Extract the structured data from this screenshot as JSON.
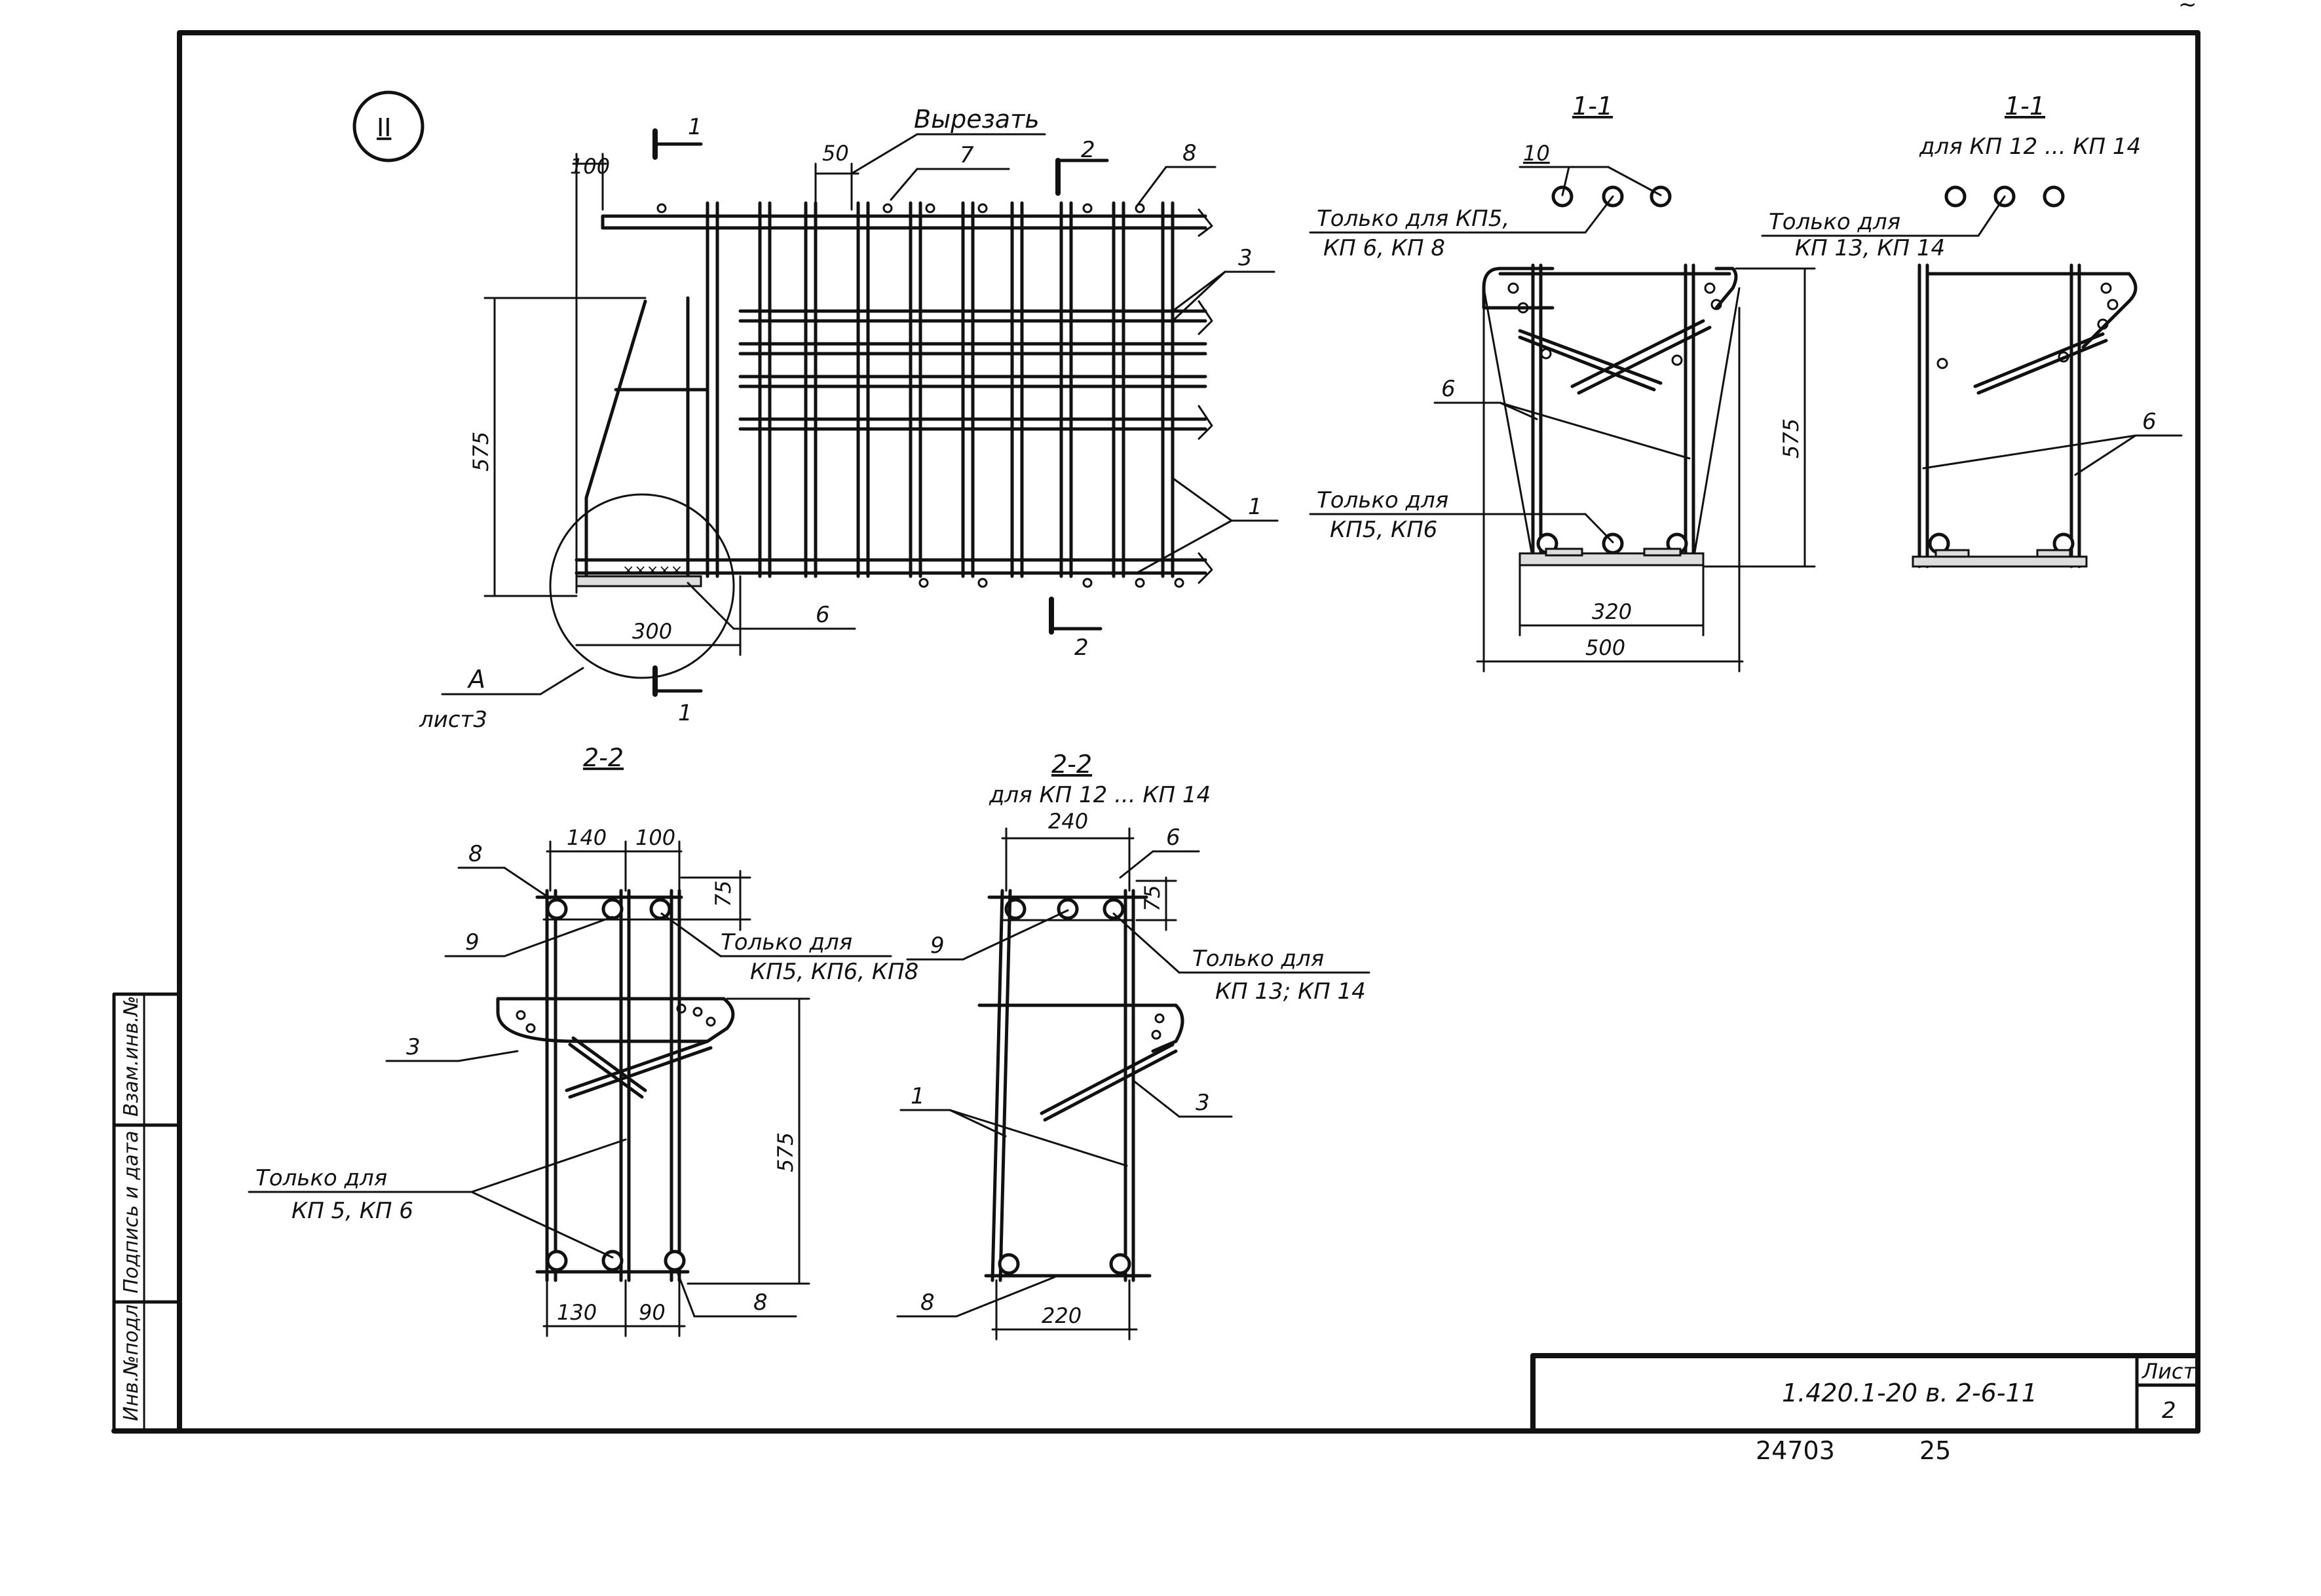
{
  "sheet": {
    "corner_mark": "~",
    "detail_marker": "II",
    "cut_callout": "Вырезать",
    "document_code": "1.420.1-20 в. 2-6-11",
    "sheet_label": "Лист",
    "sheet_number": "2",
    "archive_number": "24703",
    "page_number": "25"
  },
  "side_stamp": {
    "cells": [
      "Инв.№подл.",
      "Подпись и дата",
      "Взам.инв.№"
    ]
  },
  "section_marks": {
    "cut_1": "1",
    "cut_2": "2"
  },
  "main_view": {
    "pos_labels": [
      "8",
      "7",
      "3",
      "1",
      "6"
    ],
    "dim_100": "100",
    "dim_50": "50",
    "dim_575": "575",
    "dim_300": "300",
    "callout_letter": "А",
    "callout_sheet": "лист3"
  },
  "section_1_1": {
    "title": "1-1",
    "pos_10": "10",
    "note_top_line1": "Только для КП5,",
    "note_top_line2": "КП 6, КП 8",
    "pos_6": "6",
    "note_bottom_line1": "Только для",
    "note_bottom_line2": "КП5, КП6",
    "dim_575": "575",
    "dim_320": "320",
    "dim_500": "500"
  },
  "section_1_1_b": {
    "title": "1-1",
    "subtitle": "для КП 12 ... КП 14",
    "note_line1": "Только для",
    "note_line2": "КП 13, КП 14",
    "pos_6": "6"
  },
  "section_2_2": {
    "title": "2-2",
    "pos_labels": [
      "8",
      "9",
      "3",
      "8"
    ],
    "dim_140": "140",
    "dim_100": "100",
    "dim_75": "75",
    "dim_575": "575",
    "dim_130": "130",
    "dim_90": "90",
    "note_top_line1": "Только для",
    "note_top_line2": "КП5, КП6, КП8",
    "note_bottom_line1": "Только для",
    "note_bottom_line2": "КП 5, КП 6"
  },
  "section_2_2_b": {
    "title": "2-2",
    "subtitle": "для КП 12 ... КП 14",
    "pos_labels": [
      "6",
      "9",
      "1",
      "3",
      "8"
    ],
    "dim_240": "240",
    "dim_75": "75",
    "dim_220": "220",
    "note_line1": "Только для",
    "note_line2": "КП 13; КП 14"
  }
}
